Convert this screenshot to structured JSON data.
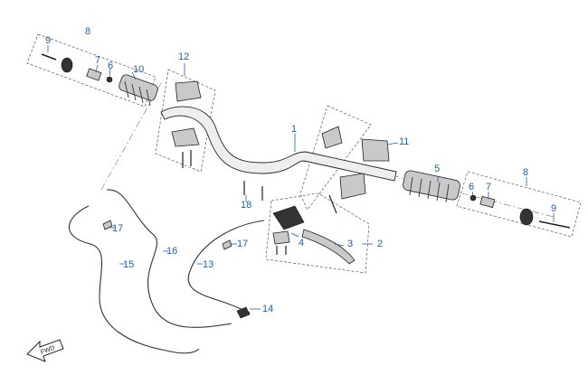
{
  "diagram": {
    "callouts": {
      "c1": "1",
      "c2": "2",
      "c3": "3",
      "c4": "4",
      "c5": "5",
      "c6a": "6",
      "c6b": "6",
      "c7a": "7",
      "c7b": "7",
      "c8a": "8",
      "c8b": "8",
      "c9a": "9",
      "c9b": "9",
      "c10": "10",
      "c11": "11",
      "c12": "12",
      "c13": "13",
      "c14": "14",
      "c15": "15",
      "c16": "16",
      "c17a": "17",
      "c17b": "17",
      "c18": "18"
    },
    "front_arrow_text": "FWD",
    "colors": {
      "callout": "#1f5fa8",
      "line": "#222222",
      "box": "#555555"
    }
  }
}
